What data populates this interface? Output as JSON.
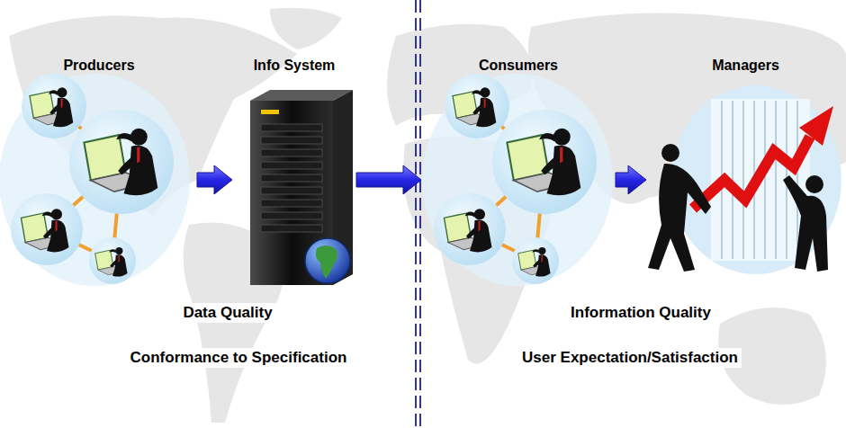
{
  "diagram": {
    "nodes": [
      {
        "text": [
          "Producers"
        ]
      },
      {
        "text": [
          "Info System"
        ]
      },
      {
        "text": [
          "Consumers"
        ]
      },
      {
        "text": [
          "Managers"
        ]
      }
    ],
    "edges": [
      {
        "from": 0,
        "to": 1,
        "arrow": "to"
      },
      {
        "from": 1,
        "to": 2,
        "arrow": "to"
      },
      {
        "from": 2,
        "to": 3,
        "arrow": "to"
      }
    ],
    "labels": [
      "Data Quality",
      "Conformance to Specification",
      "Information Quality",
      "User Expectation/Satisfaction"
    ]
  }
}
